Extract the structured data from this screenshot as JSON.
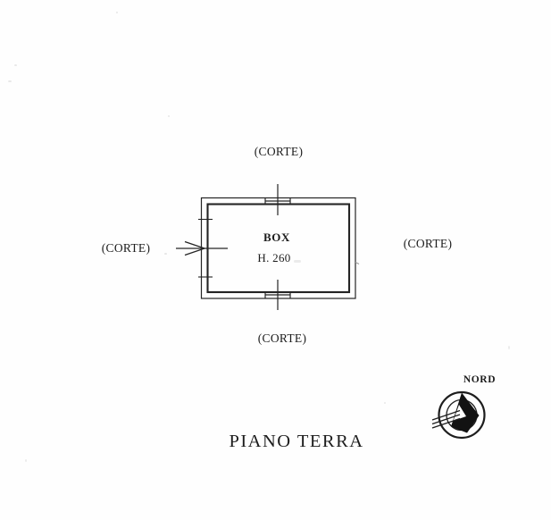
{
  "document": {
    "title": "PIANO TERRA"
  },
  "plan": {
    "room": {
      "name": "BOX",
      "height": "H. 260"
    },
    "court_labels": {
      "top": "(CORTE)",
      "left": "(CORTE)",
      "right": "(CORTE)",
      "bottom": "(CORTE)"
    }
  },
  "compass": {
    "label": "NORD"
  },
  "colors": {
    "ink": "#1f1f1f",
    "paper": "#fefefe"
  }
}
